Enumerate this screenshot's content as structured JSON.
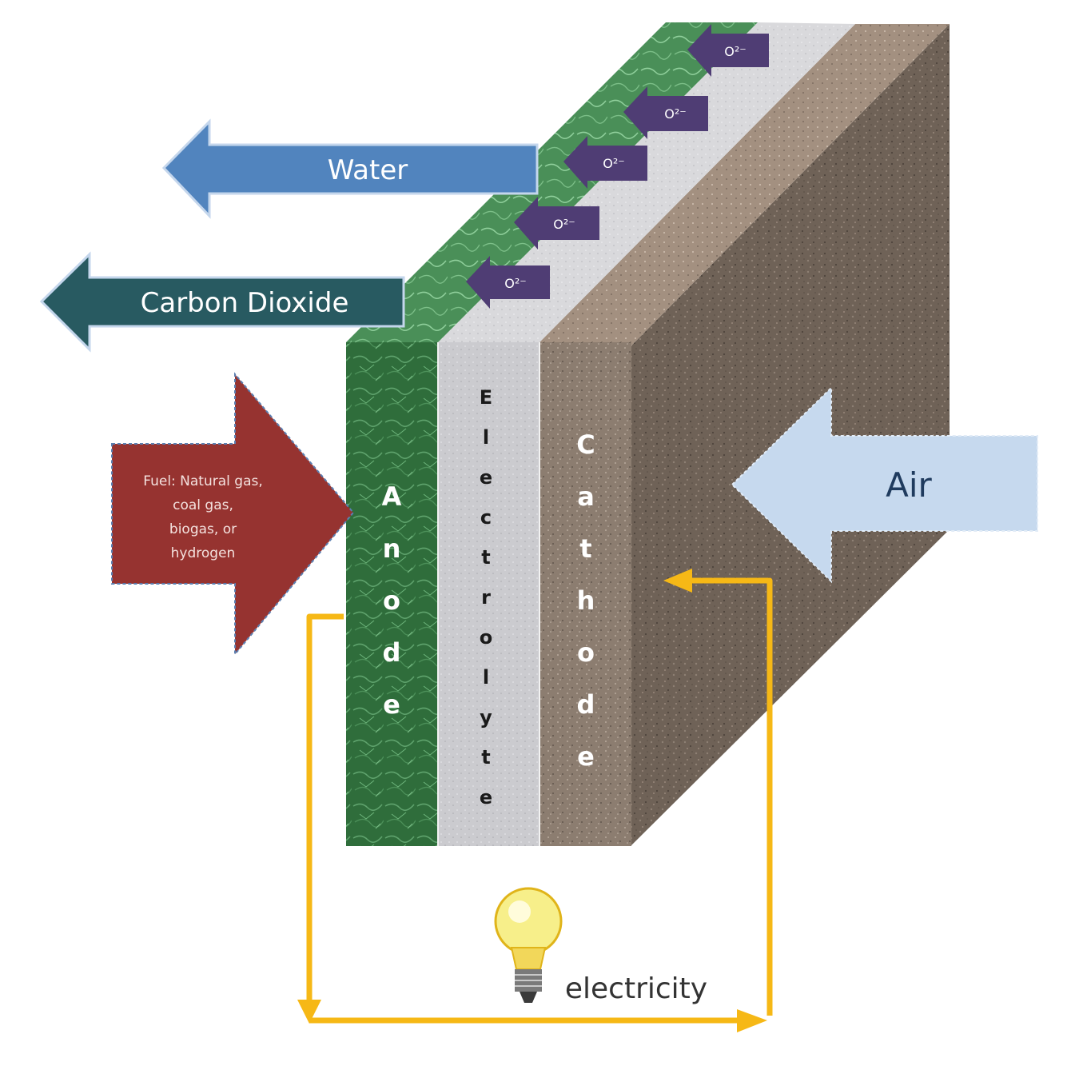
{
  "colors": {
    "anode": "#2e6f3c",
    "anode_light": "#3f8a4f",
    "electrolyte": "#c9c9cc",
    "cathode": "#8a7a6c",
    "cathode_side": "#6b5e52",
    "water_arrow": "#5184be",
    "co2_arrow": "#285a61",
    "fuel_arrow": "#963330",
    "air_arrow": "#c6d9ee",
    "air_text": "#1f3b5e",
    "ion_arrow": "#4f3d74",
    "circuit": "#f6b816"
  },
  "labels": {
    "water": "Water",
    "carbon_dioxide": "Carbon Dioxide",
    "fuel_lines": [
      "Fuel: Natural gas,",
      "coal gas,",
      "biogas, or",
      "hydrogen"
    ],
    "air": "Air",
    "electricity": "electricity",
    "anode_letters": [
      "A",
      "n",
      "o",
      "d",
      "e"
    ],
    "electrolyte_letters": [
      "E",
      "l",
      "e",
      "c",
      "t",
      "r",
      "o",
      "l",
      "y",
      "t",
      "e"
    ],
    "cathode_letters": [
      "C",
      "a",
      "t",
      "h",
      "o",
      "d",
      "e"
    ],
    "ion": "O²⁻"
  },
  "icons": {
    "bulb": "light-bulb-icon"
  }
}
